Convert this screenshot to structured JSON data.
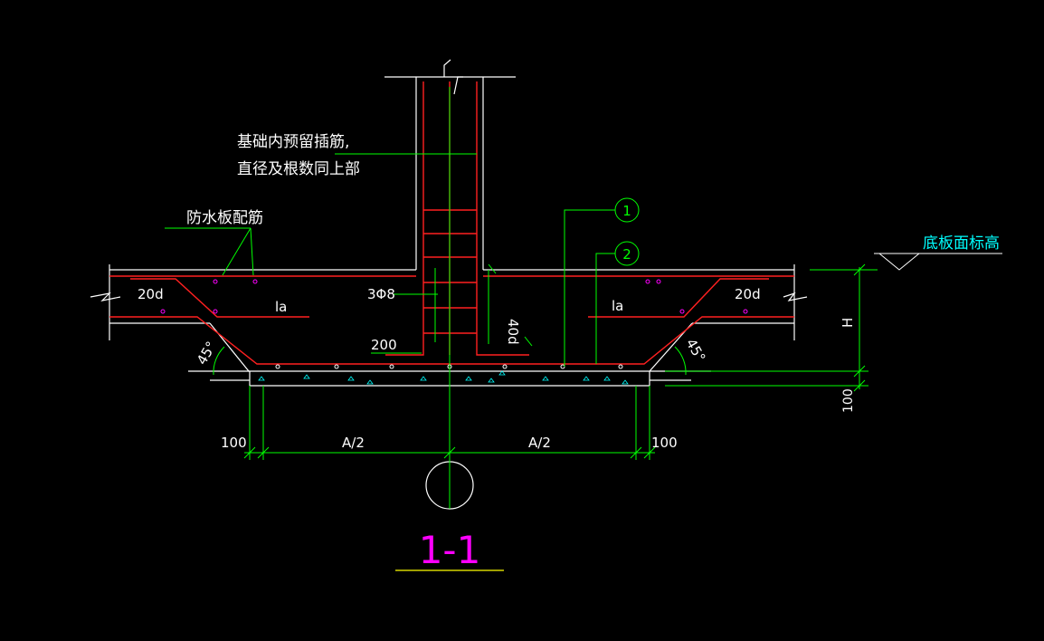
{
  "colors": {
    "background": "#000000",
    "concrete": "#ffffff",
    "rebar": "#ff2020",
    "dimension": "#00ff00",
    "label": "#ffffff",
    "elevation": "#00ffff",
    "section_title": "#ff00ff",
    "title_underline": "#ffff00",
    "bar_dot": "#ff00ff",
    "aggregate": "#00ffff"
  },
  "labels": {
    "dowel_line1": "基础内预留插筋,",
    "dowel_line2": "直径及根数同上部",
    "waterproof_rebar": "防水板配筋",
    "elevation": "底板面标高",
    "stirrups": "3Φ8",
    "hook": "200",
    "anchor_40d": "40d",
    "anchor_left": "20d",
    "anchor_right": "20d",
    "la_left": "la",
    "la_right": "la",
    "angle_left": "45°",
    "angle_right": "45°",
    "dim_h": "H",
    "dim_100_vert": "100",
    "dim_100_left": "100",
    "dim_100_right": "100",
    "dim_half_left": "A/2",
    "dim_half_right": "A/2",
    "callout_1": "1",
    "callout_2": "2",
    "section_title": "1-1"
  }
}
